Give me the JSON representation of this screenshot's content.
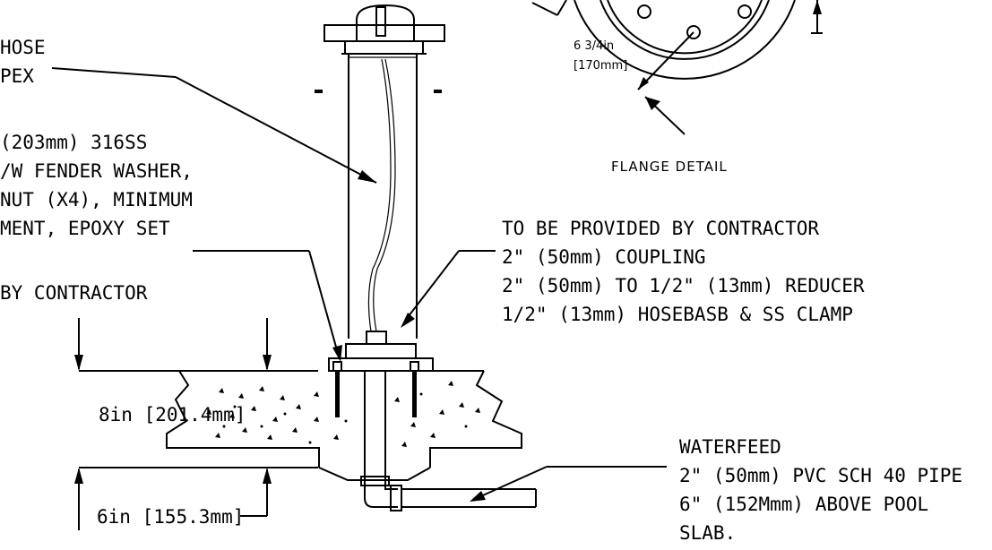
{
  "labels": {
    "hose_line1": "HOSE",
    "hose_line2": "PEX",
    "anchor_line1": "(203mm) 316SS",
    "anchor_line2": "/W FENDER WASHER,",
    "anchor_line3": "NUT (X4), MINIMUM",
    "anchor_line4": "MENT, EPOXY SET",
    "anchor_line5": "BY CONTRACTOR",
    "flange_dim_line1": "6 3/4in",
    "flange_dim_line2": "[170mm]",
    "flange_detail": "FLANGE DETAIL",
    "contractor_line1": "TO BE PROVIDED BY CONTRACTOR",
    "contractor_line2": "2\" (50mm) COUPLING",
    "contractor_line3": "2\" (50mm) TO 1/2\" (13mm) REDUCER",
    "contractor_line4": "1/2\" (13mm) HOSEBASB & SS CLAMP",
    "slab_thickness": "8in [201.4mm]",
    "below_slab": "6in [155.3mm]",
    "waterfeed_line1": "WATERFEED",
    "waterfeed_line2": "2\" (50mm) PVC SCH 40 PIPE",
    "waterfeed_line3": "6\" (152Mmm) ABOVE POOL",
    "waterfeed_line4": "SLAB."
  },
  "colors": {
    "ink": "#000000",
    "paper": "#ffffff"
  }
}
